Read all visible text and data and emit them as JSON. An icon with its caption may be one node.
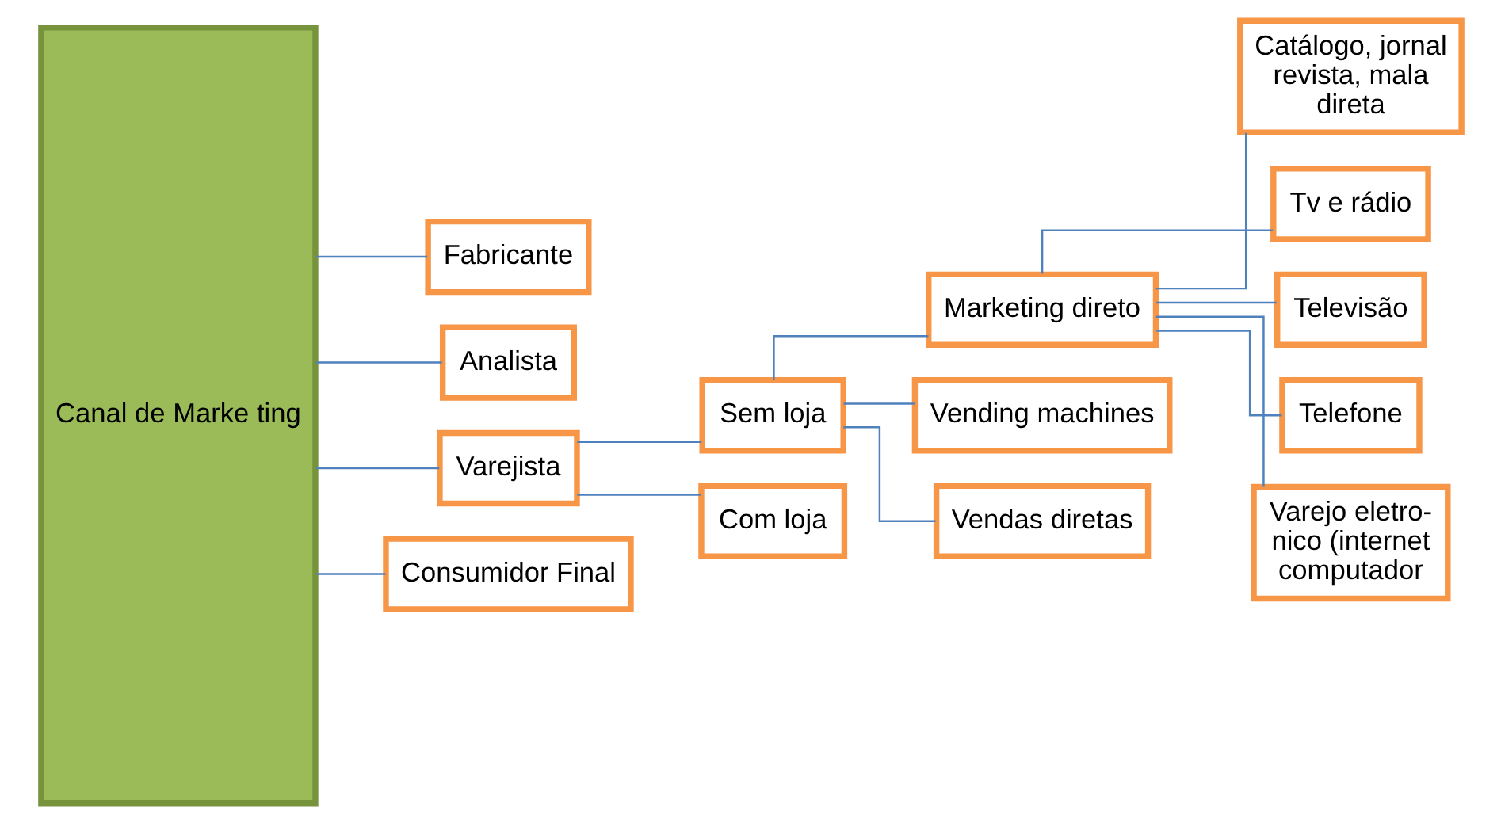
{
  "diagram": {
    "nodes": [
      {
        "text": [
          "Canal de Marke ting"
        ]
      },
      {
        "text": [
          "Fabricante"
        ]
      },
      {
        "text": [
          "Analista"
        ]
      },
      {
        "text": [
          "Varejista"
        ]
      },
      {
        "text": [
          "Consumidor Final"
        ]
      },
      {
        "text": [
          "Sem loja"
        ]
      },
      {
        "text": [
          "Com loja"
        ]
      },
      {
        "text": [
          "Marketing direto"
        ]
      },
      {
        "text": [
          "Vending machines"
        ]
      },
      {
        "text": [
          "Vendas diretas"
        ]
      },
      {
        "text": [
          "Catálogo, jornal revista, mala direta"
        ]
      },
      {
        "text": [
          "Tv e rádio"
        ]
      },
      {
        "text": [
          "Televisão"
        ]
      },
      {
        "text": [
          "Telefone"
        ]
      },
      {
        "text": [
          "Varejo eletro- nico (internet computador"
        ]
      }
    ],
    "edges": [
      {
        "from": 0,
        "to": 1,
        "arrow": "none"
      },
      {
        "from": 0,
        "to": 2,
        "arrow": "none"
      },
      {
        "from": 0,
        "to": 3,
        "arrow": "none"
      },
      {
        "from": 0,
        "to": 4,
        "arrow": "none"
      },
      {
        "from": 3,
        "to": 5,
        "arrow": "none"
      },
      {
        "from": 3,
        "to": 6,
        "arrow": "none"
      },
      {
        "from": 5,
        "to": 7,
        "arrow": "none"
      },
      {
        "from": 5,
        "to": 8,
        "arrow": "none"
      },
      {
        "from": 5,
        "to": 9,
        "arrow": "none"
      },
      {
        "from": 7,
        "to": 10,
        "arrow": "none"
      },
      {
        "from": 7,
        "to": 11,
        "arrow": "none"
      },
      {
        "from": 7,
        "to": 12,
        "arrow": "none"
      },
      {
        "from": 7,
        "to": 13,
        "arrow": "none"
      },
      {
        "from": 7,
        "to": 14,
        "arrow": "none"
      }
    ]
  }
}
